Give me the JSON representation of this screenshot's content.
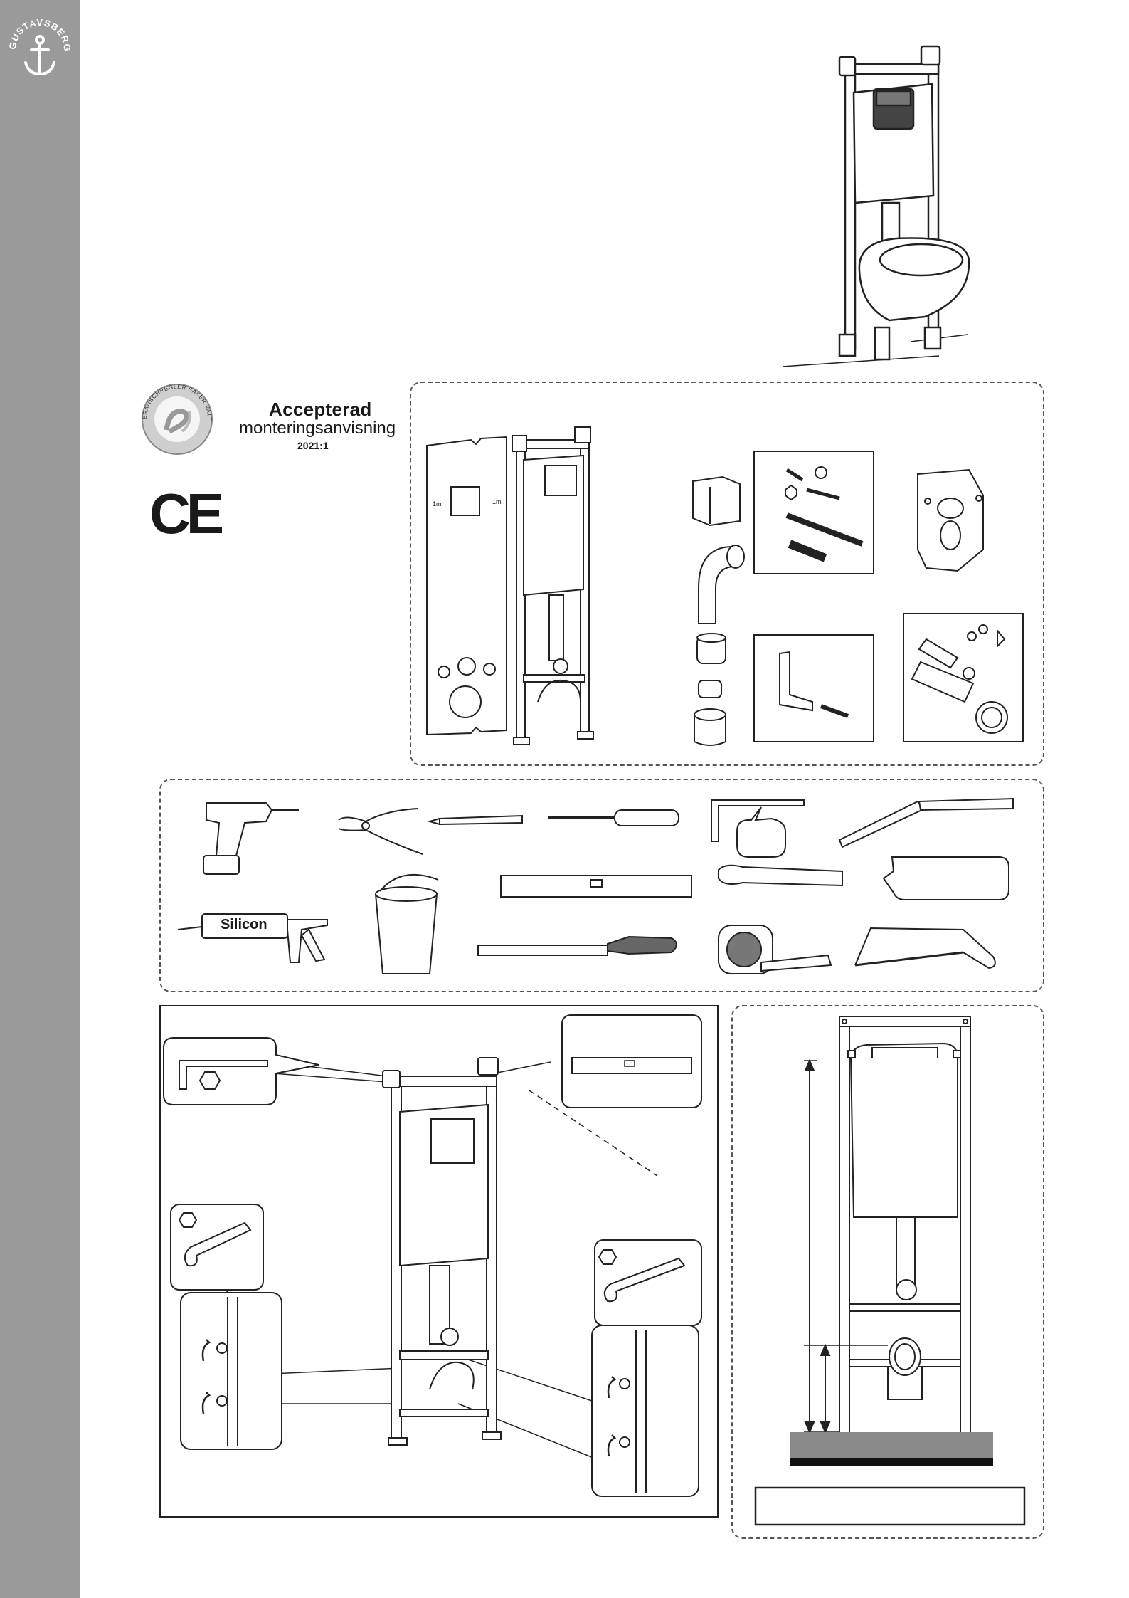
{
  "brand": {
    "name": "GUSTAVSBERG"
  },
  "certification": {
    "seal_text": "BRANSCHREGLER SÄKER VATTENINSTALLATION",
    "title": "Accepterad",
    "subtitle": "monteringsanvisning",
    "version": "2021:1"
  },
  "ce_mark": "CE",
  "tools": {
    "silicone_label": "Silicon"
  },
  "parts_box": {
    "flush_marks": [
      "1m",
      "1m"
    ]
  },
  "colors": {
    "sidebar": "#9a9a9a",
    "line": "#222222"
  }
}
